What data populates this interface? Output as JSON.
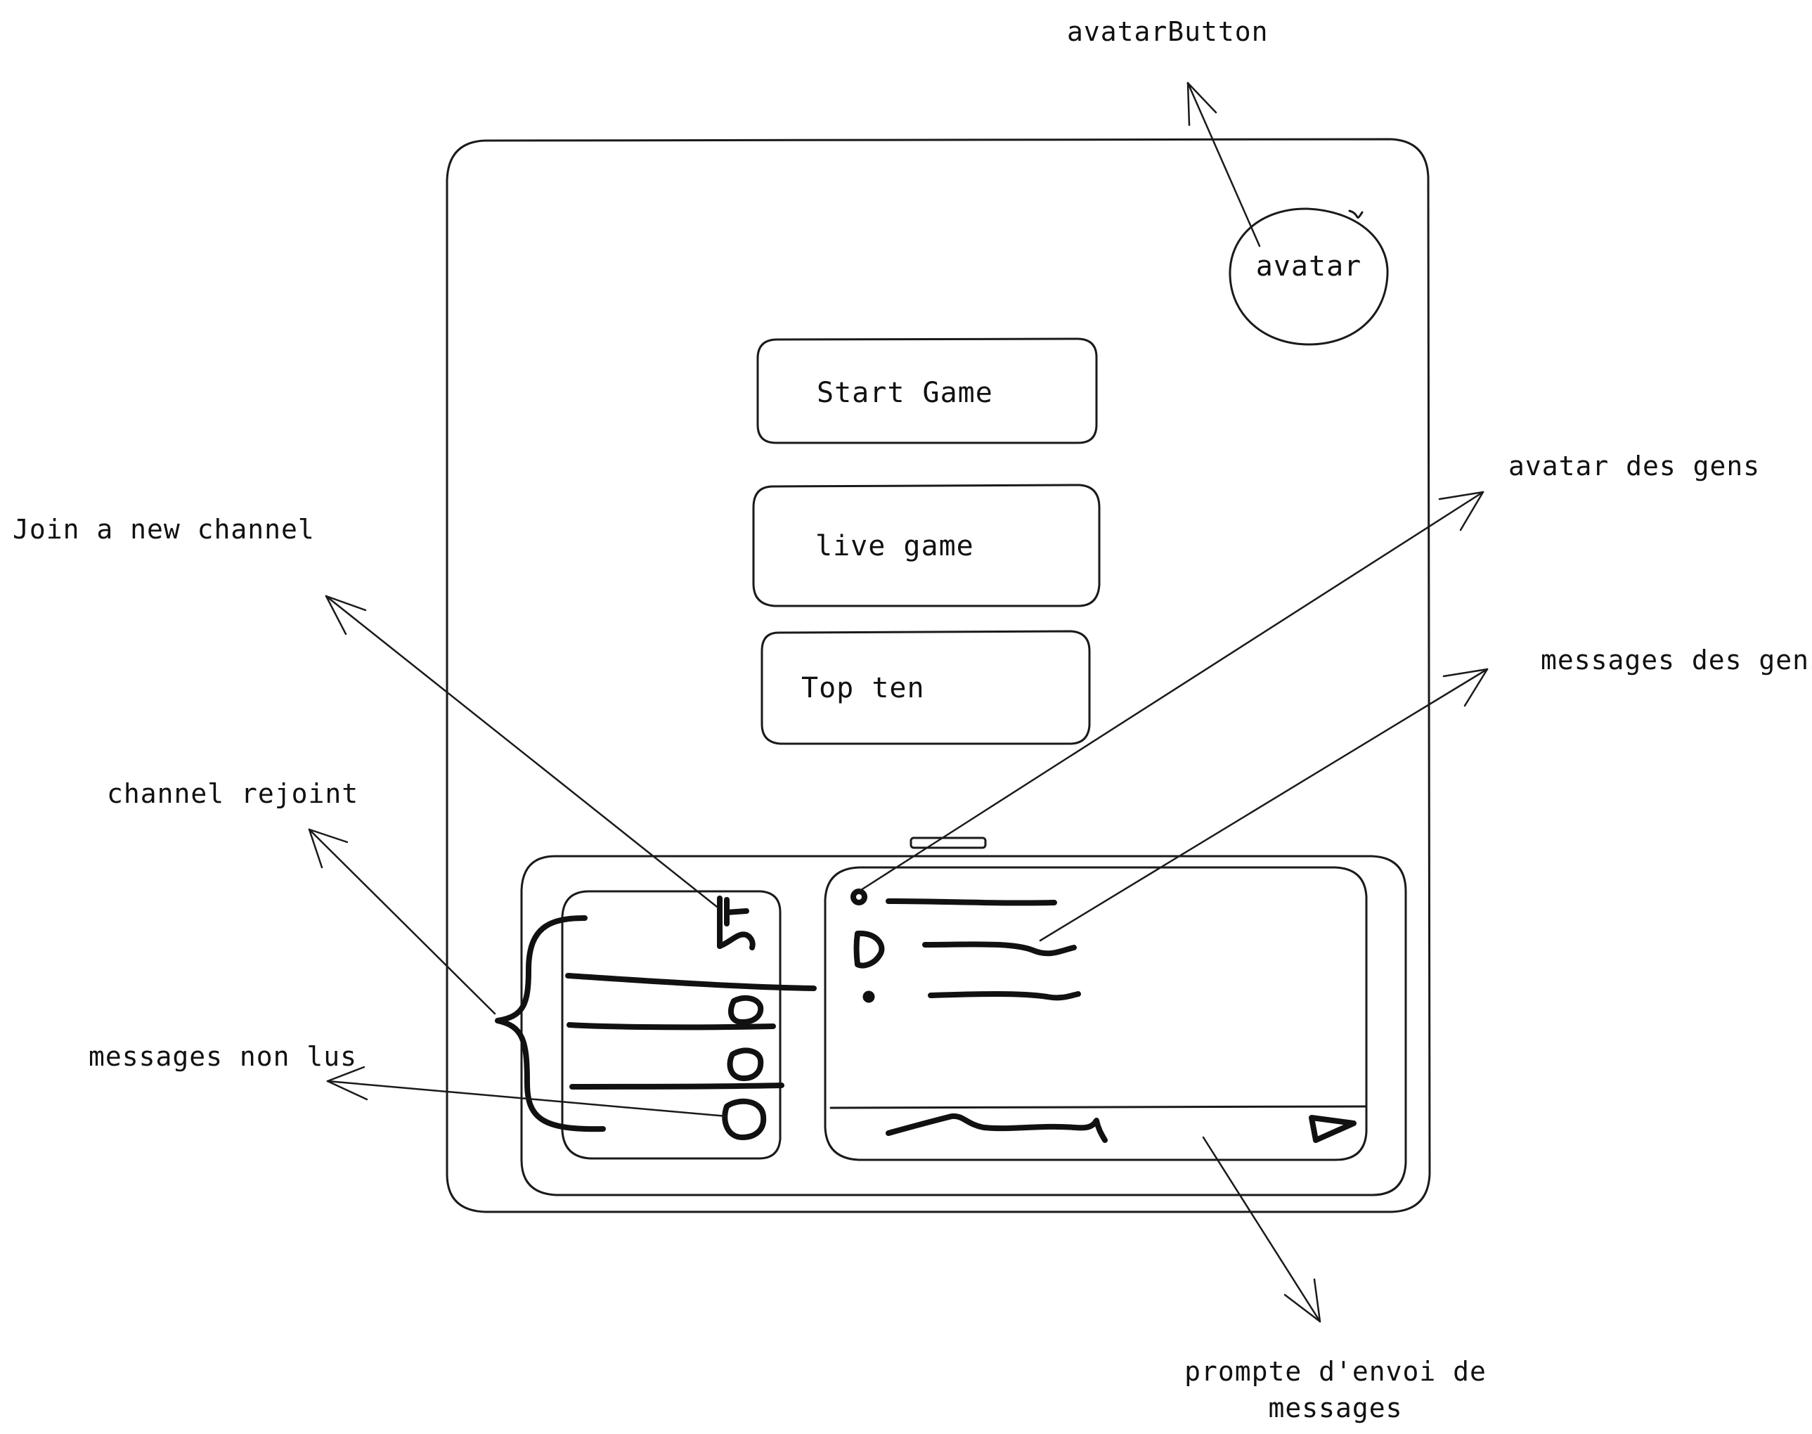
{
  "annotations": {
    "avatar_button": "avatarButton",
    "join_channel": "Join a new channel",
    "channel_joined": "channel rejoint",
    "unread_messages": "messages non lus",
    "people_avatar": "avatar des gens",
    "people_messages": "messages des gens",
    "send_prompt_line1": "prompte d'envoi de",
    "send_prompt_line2": "messages"
  },
  "screen": {
    "avatar_label": "avatar",
    "buttons": [
      {
        "label": "Start Game"
      },
      {
        "label": "live game"
      },
      {
        "label": "Top ten"
      }
    ]
  },
  "colors": {
    "ink": "#111111",
    "paper": "#ffffff"
  }
}
